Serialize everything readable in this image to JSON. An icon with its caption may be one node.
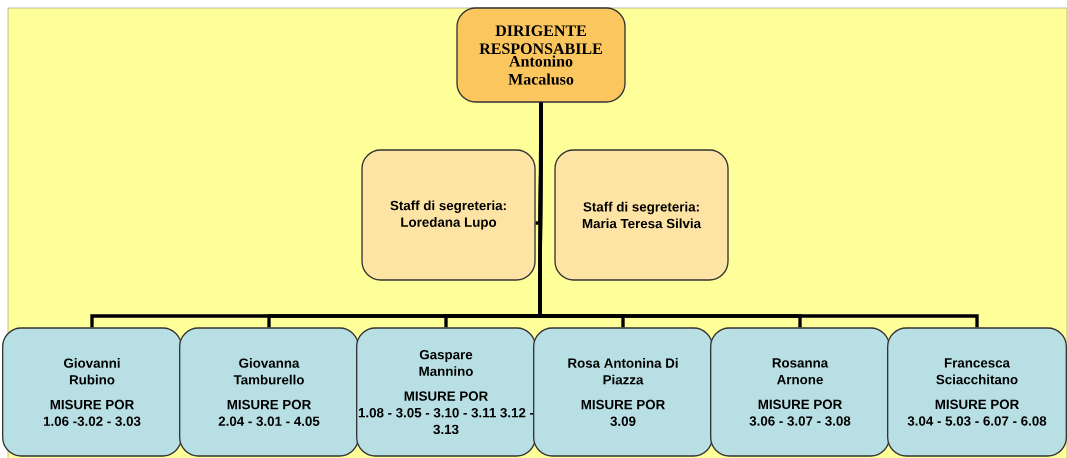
{
  "diagram": {
    "nodes": [
      {
        "text": [
          "DIRIGENTE RESPONSABILE",
          "Antonino Macaluso"
        ]
      },
      {
        "text": [
          "Staff di segreteria: Loredana Lupo"
        ]
      },
      {
        "text": [
          "Staff di segreteria: Maria Teresa Silvia"
        ]
      },
      {
        "text": [
          "Giovanni Rubino",
          "MISURE POR",
          "1.06 -3.02 - 3.03"
        ]
      },
      {
        "text": [
          "Giovanna Tamburello",
          "MISURE POR",
          "2.04 - 3.01 - 4.05"
        ]
      },
      {
        "text": [
          "Gaspare Mannino",
          "MISURE POR",
          "1.08 - 3.05 - 3.10 - 3.11 3.12 - 3.13"
        ]
      },
      {
        "text": [
          "Rosa Antonina Di Piazza",
          "MISURE POR",
          "3.09"
        ]
      },
      {
        "text": [
          "Rosanna Arnone",
          "MISURE POR",
          "3.06 - 3.07 - 3.08"
        ]
      },
      {
        "text": [
          "Francesca Sciacchitano",
          "MISURE POR",
          "3.04 - 5.03 - 6.07 - 6.08"
        ]
      }
    ],
    "edges": [
      {
        "from": 0,
        "to": 1,
        "arrow": "none"
      },
      {
        "from": 0,
        "to": 3,
        "arrow": "none"
      },
      {
        "from": 0,
        "to": 4,
        "arrow": "none"
      },
      {
        "from": 0,
        "to": 5,
        "arrow": "none"
      },
      {
        "from": 0,
        "to": 6,
        "arrow": "none"
      },
      {
        "from": 0,
        "to": 7,
        "arrow": "none"
      },
      {
        "from": 0,
        "to": 8,
        "arrow": "none"
      }
    ]
  }
}
